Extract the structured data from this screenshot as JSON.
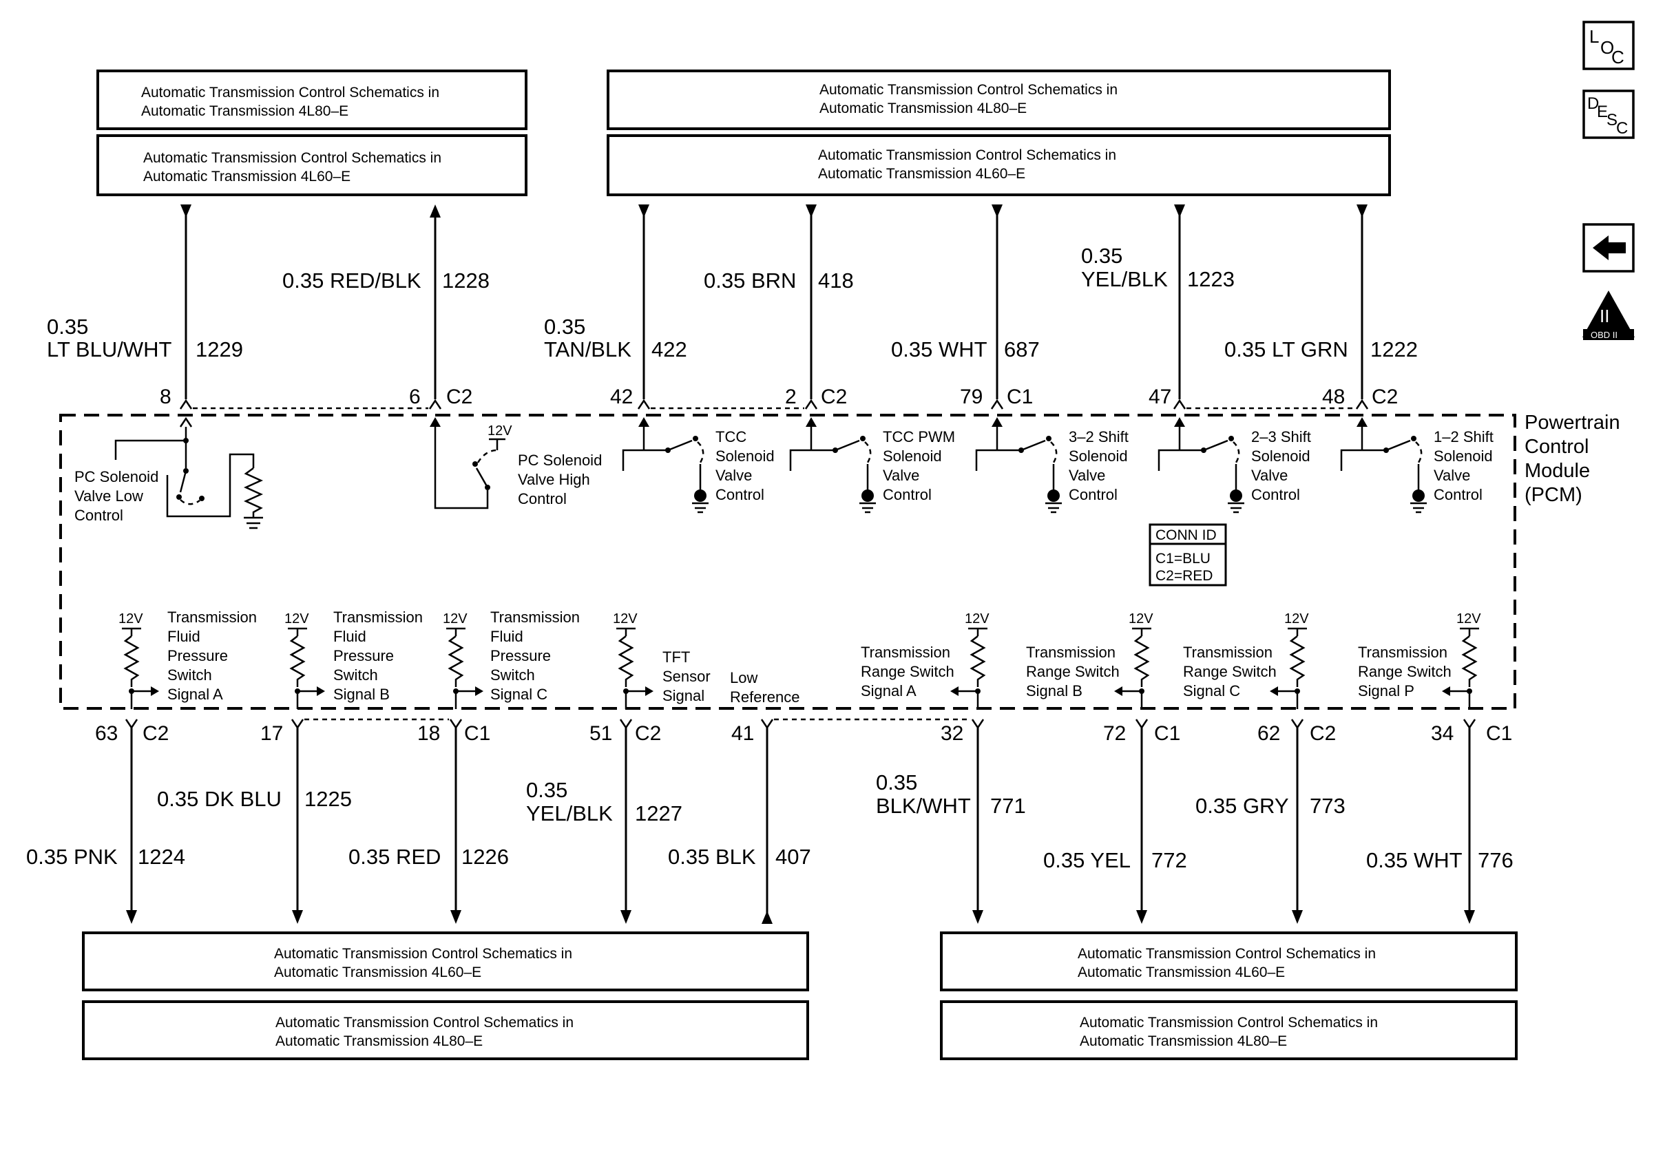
{
  "ref_boxes": [
    {
      "id": "top-left-4l80e",
      "l1": "Automatic Transmission Control Schematics in",
      "l2": "Automatic Transmission 4L80–E"
    },
    {
      "id": "top-left-4l60e",
      "l1": "Automatic Transmission Control Schematics in",
      "l2": "Automatic Transmission 4L60–E"
    },
    {
      "id": "top-right-4l80e",
      "l1": "Automatic Transmission Control Schematics in",
      "l2": "Automatic Transmission 4L80–E"
    },
    {
      "id": "top-right-4l60e",
      "l1": "Automatic Transmission Control Schematics in",
      "l2": "Automatic Transmission 4L60–E"
    },
    {
      "id": "bottom-left-4l60e",
      "l1": "Automatic Transmission Control Schematics in",
      "l2": "Automatic Transmission 4L60–E"
    },
    {
      "id": "bottom-left-4l80e",
      "l1": "Automatic Transmission Control Schematics in",
      "l2": "Automatic Transmission 4L80–E"
    },
    {
      "id": "bottom-right-4l60e",
      "l1": "Automatic Transmission Control Schematics in",
      "l2": "Automatic Transmission 4L60–E"
    },
    {
      "id": "bottom-right-4l80e",
      "l1": "Automatic Transmission Control Schematics in",
      "l2": "Automatic Transmission 4L80–E"
    }
  ],
  "top_wires": [
    {
      "pin": "8",
      "conn": "",
      "gauge": "0.35",
      "color": "LT BLU/WHT",
      "circuit": "1229",
      "arrow": "in"
    },
    {
      "pin": "6",
      "conn": "C2",
      "gauge": "",
      "color": "0.35 RED/BLK",
      "circuit": "1228",
      "arrow": "out"
    },
    {
      "pin": "42",
      "conn": "",
      "gauge": "0.35",
      "color": "TAN/BLK",
      "circuit": "422",
      "arrow": "in"
    },
    {
      "pin": "2",
      "conn": "C2",
      "gauge": "",
      "color": "0.35 BRN",
      "circuit": "418",
      "arrow": "in"
    },
    {
      "pin": "79",
      "conn": "C1",
      "gauge": "",
      "color": "0.35 WHT",
      "circuit": "687",
      "arrow": "in"
    },
    {
      "pin": "47",
      "conn": "",
      "gauge": "0.35",
      "color": "YEL/BLK",
      "circuit": "1223",
      "arrow": "in"
    },
    {
      "pin": "48",
      "conn": "C2",
      "gauge": "",
      "color": "0.35 LT GRN",
      "circuit": "1222",
      "arrow": "in"
    }
  ],
  "bottom_wires": [
    {
      "pin": "63",
      "conn": "C2",
      "gauge": "",
      "color": "0.35 PNK",
      "circuit": "1224"
    },
    {
      "pin": "17",
      "conn": "",
      "gauge": "",
      "color": "0.35 DK BLU",
      "circuit": "1225"
    },
    {
      "pin": "18",
      "conn": "C1",
      "gauge": "",
      "color": "0.35 RED",
      "circuit": "1226"
    },
    {
      "pin": "51",
      "conn": "C2",
      "gauge": "0.35",
      "color": "YEL/BLK",
      "circuit": "1227"
    },
    {
      "pin": "41",
      "conn": "",
      "gauge": "",
      "color": "0.35 BLK",
      "circuit": "407"
    },
    {
      "pin": "32",
      "conn": "",
      "gauge": "0.35",
      "color": "BLK/WHT",
      "circuit": "771"
    },
    {
      "pin": "72",
      "conn": "C1",
      "gauge": "",
      "color": "0.35 YEL",
      "circuit": "772"
    },
    {
      "pin": "62",
      "conn": "C2",
      "gauge": "",
      "color": "0.35 GRY",
      "circuit": "773"
    },
    {
      "pin": "34",
      "conn": "C1",
      "gauge": "",
      "color": "0.35 WHT",
      "circuit": "776"
    }
  ],
  "top_components": [
    [
      "PC Solenoid",
      "Valve Low",
      "Control"
    ],
    [
      "PC Solenoid",
      "Valve High",
      "Control"
    ],
    [
      "TCC",
      "Solenoid",
      "Valve",
      "Control"
    ],
    [
      "TCC PWM",
      "Solenoid",
      "Valve",
      "Control"
    ],
    [
      "3–2 Shift",
      "Solenoid",
      "Valve",
      "Control"
    ],
    [
      "2–3 Shift",
      "Solenoid",
      "Valve",
      "Control"
    ],
    [
      "1–2 Shift",
      "Solenoid",
      "Valve",
      "Control"
    ]
  ],
  "bottom_components": [
    [
      "Transmission",
      "Fluid",
      "Pressure",
      "Switch",
      "Signal A"
    ],
    [
      "Transmission",
      "Fluid",
      "Pressure",
      "Switch",
      "Signal B"
    ],
    [
      "Transmission",
      "Fluid",
      "Pressure",
      "Switch",
      "Signal C"
    ],
    [
      "TFT",
      "Sensor",
      "Signal"
    ],
    [
      "Low",
      "Reference"
    ],
    [
      "Transmission",
      "Range Switch",
      "Signal A"
    ],
    [
      "Transmission",
      "Range Switch",
      "Signal B"
    ],
    [
      "Transmission",
      "Range Switch",
      "Signal C"
    ],
    [
      "Transmission",
      "Range Switch",
      "Signal P"
    ]
  ],
  "voltage": "12V",
  "pcm_label": [
    "Powertrain",
    "Control",
    "Module",
    "(PCM)"
  ],
  "conn_id": {
    "title": "CONN ID",
    "c1": "C1=BLU",
    "c2": "C2=RED"
  },
  "side_icons": {
    "loc": {
      "a": "L",
      "b": "O",
      "c": "C"
    },
    "desc": {
      "a": "D",
      "b": "E",
      "c": "S",
      "d": "C"
    },
    "obd": {
      "roman": "II",
      "text": "OBD II"
    }
  }
}
